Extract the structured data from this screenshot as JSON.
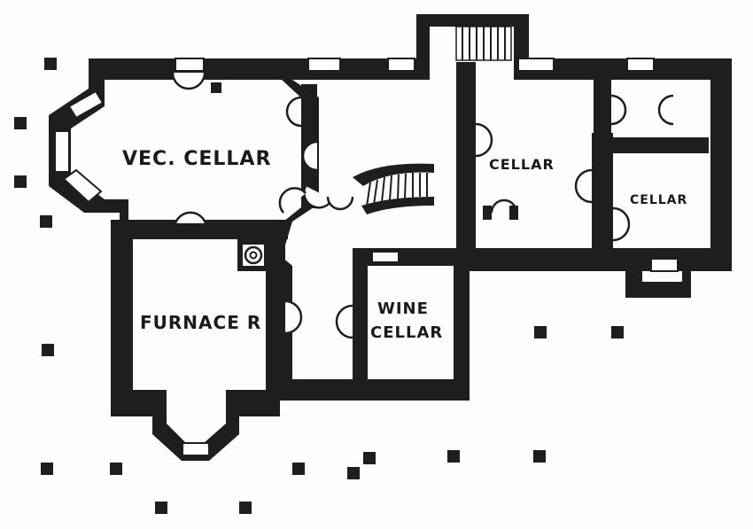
{
  "plan": {
    "rooms": {
      "veg_cellar": "VEC. CELLAR",
      "cellar_main": "CELLAR",
      "cellar_small": "CELLAR",
      "furnace": "FURNACE R",
      "wine_line1": "WINE",
      "wine_line2": "CELLAR"
    }
  }
}
